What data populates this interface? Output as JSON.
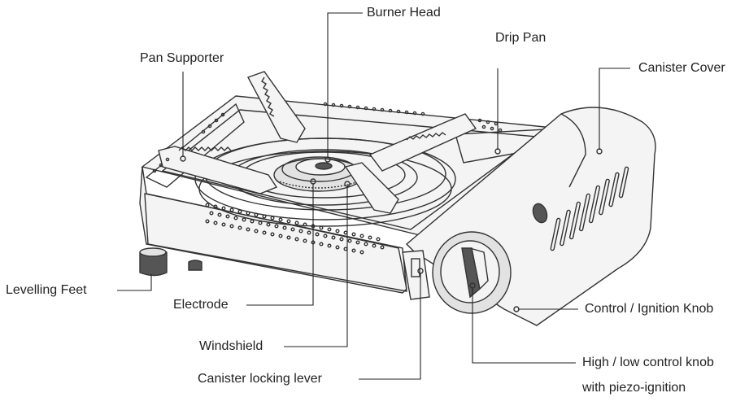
{
  "labels": {
    "burner_head": "Burner Head",
    "drip_pan": "Drip Pan",
    "pan_supporter": "Pan Supporter",
    "canister_cover": "Canister Cover",
    "levelling_feet": "Levelling Feet",
    "electrode": "Electrode",
    "windshield": "Windshield",
    "canister_locking_lever": "Canister locking lever",
    "control_ignition_knob": "Control / Ignition Knob",
    "high_low_knob_line1": "High / low control knob",
    "high_low_knob_line2": "with piezo-ignition"
  }
}
